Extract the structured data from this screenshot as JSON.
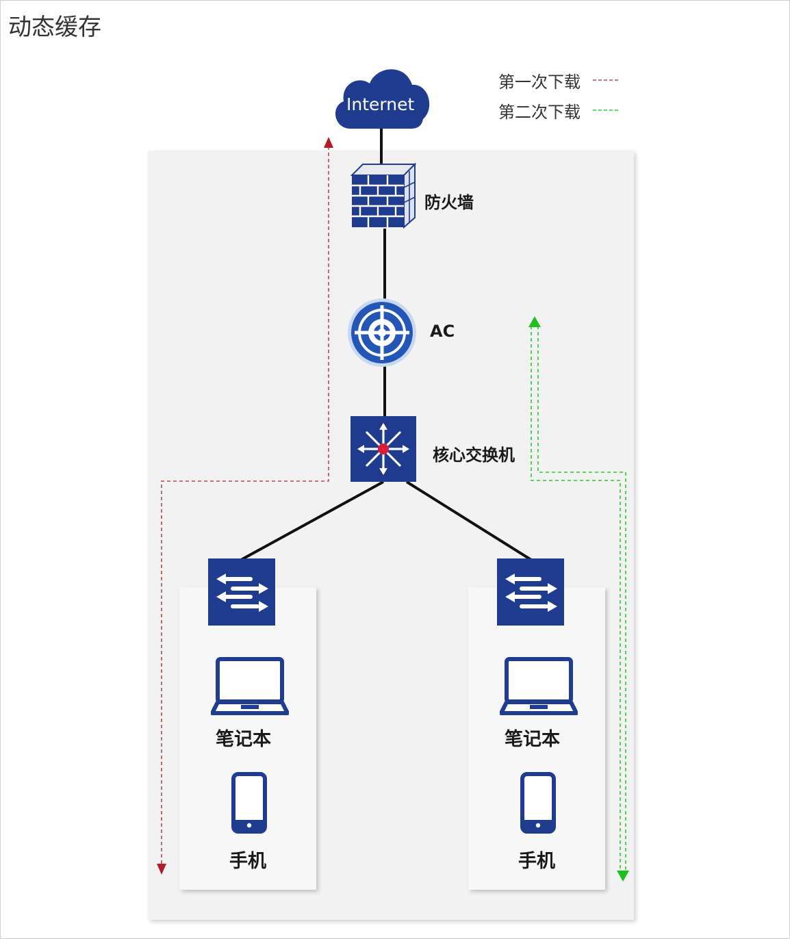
{
  "title": "动态缓存",
  "cloud_label": "Internet",
  "legend": [
    {
      "label": "第一次下载",
      "color": "#b5484e"
    },
    {
      "label": "第二次下载",
      "color": "#2ec62e"
    }
  ],
  "nodes": {
    "firewall": "防火墙",
    "ac": "AC",
    "core_switch": "核心交换机",
    "left_laptop": "笔记本",
    "left_phone": "手机",
    "right_laptop": "笔记本",
    "right_phone": "手机"
  },
  "colors": {
    "device_blue": "#1f3c8f",
    "wire": "#111111"
  }
}
